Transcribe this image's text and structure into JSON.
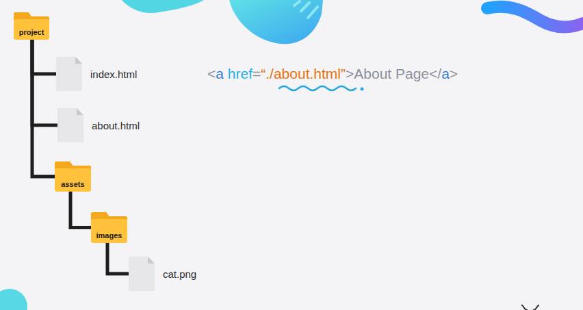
{
  "diagram": {
    "nodes": [
      {
        "text": [
          "project"
        ]
      },
      {
        "text": [
          "index.html"
        ]
      },
      {
        "text": [
          "about.html"
        ]
      },
      {
        "text": [
          "assets"
        ]
      },
      {
        "text": [
          "images"
        ]
      },
      {
        "text": [
          "cat.png"
        ]
      }
    ],
    "edges": [
      {
        "from": 0,
        "to": 1,
        "arrow": "none"
      },
      {
        "from": 0,
        "to": 2,
        "arrow": "none"
      },
      {
        "from": 0,
        "to": 3,
        "arrow": "none"
      },
      {
        "from": 3,
        "to": 4,
        "arrow": "none"
      },
      {
        "from": 4,
        "to": 5,
        "arrow": "none"
      }
    ],
    "labels": [
      "<",
      "a",
      "href",
      "=",
      "“./about.html”",
      ">About Page</",
      "a",
      ">"
    ]
  }
}
